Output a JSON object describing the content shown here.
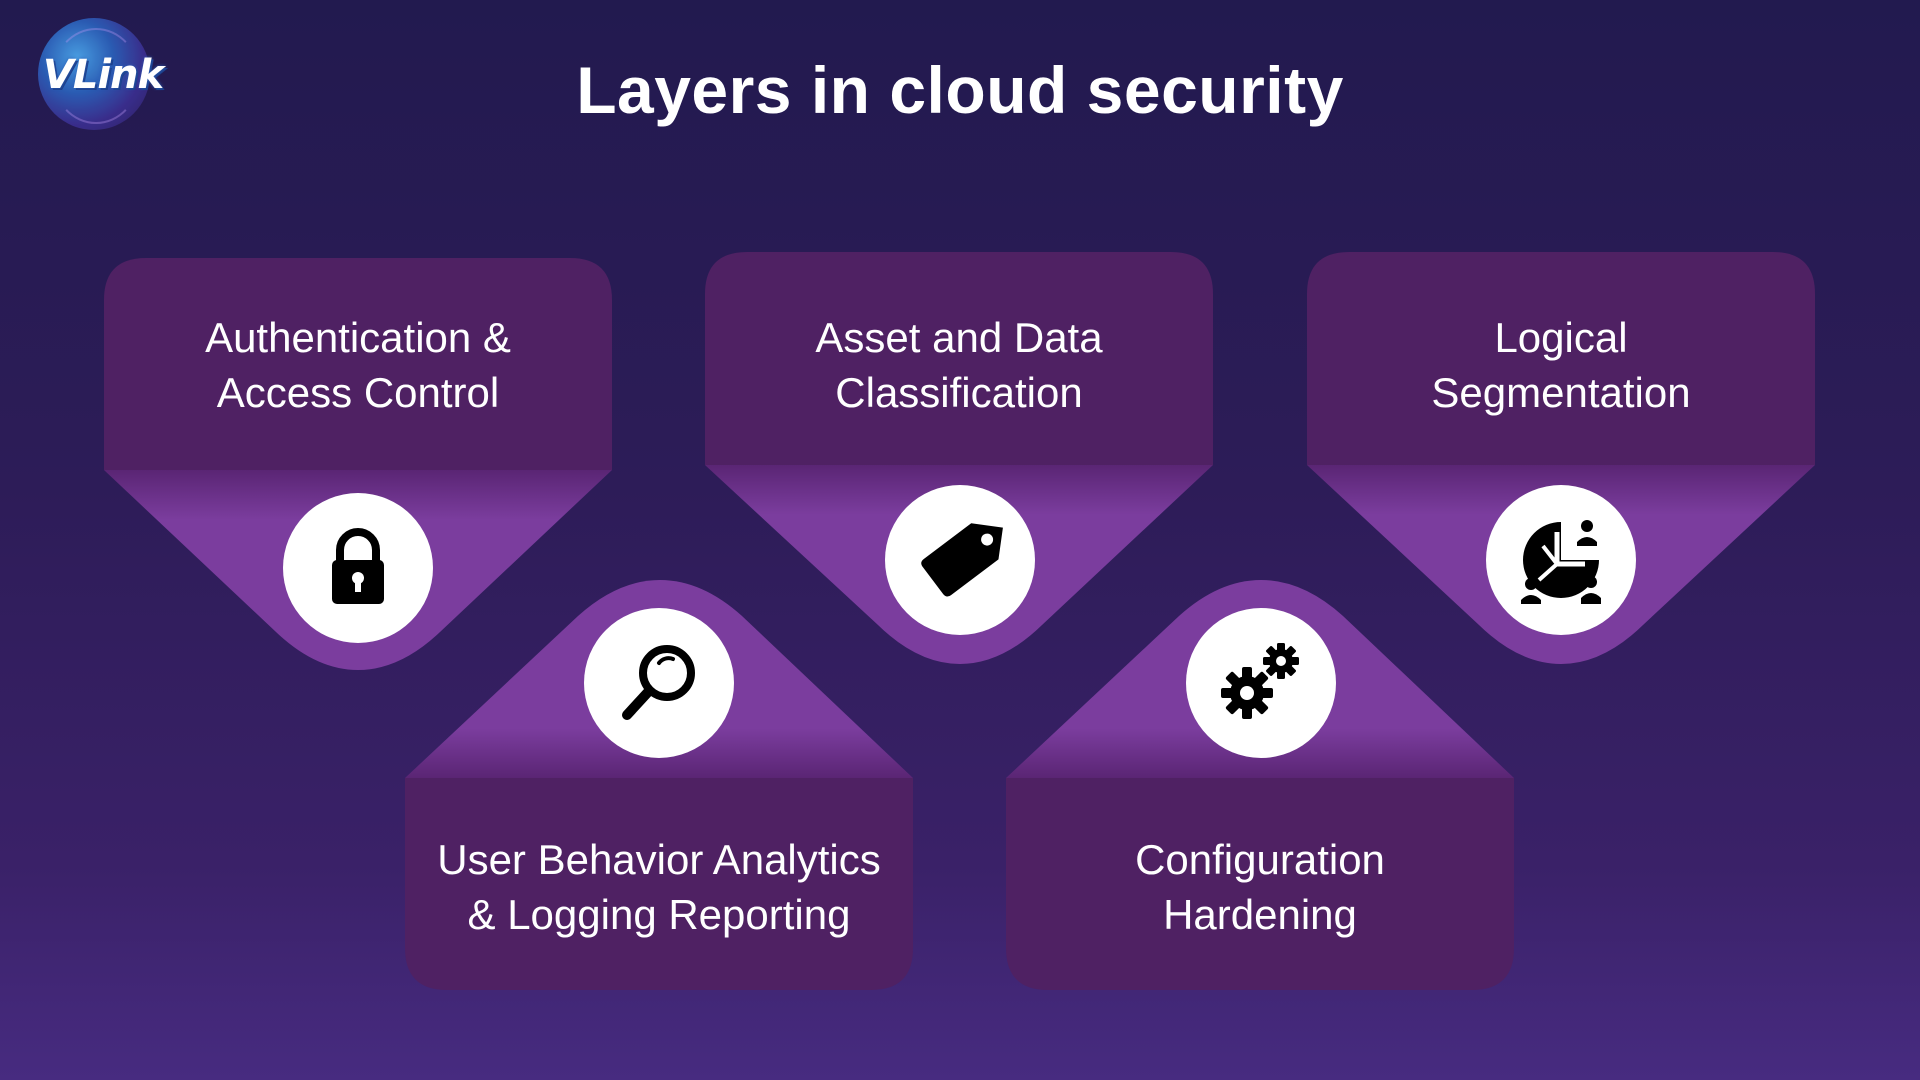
{
  "logo": {
    "text": "VLink"
  },
  "title": "Layers in cloud security",
  "layers": [
    {
      "line1": "Authentication &",
      "line2": "Access Control",
      "icon": "lock-icon"
    },
    {
      "line1": "Asset and Data",
      "line2": "Classification",
      "icon": "tag-icon"
    },
    {
      "line1": "Logical",
      "line2": "Segmentation",
      "icon": "segmentation-icon"
    },
    {
      "line1": "User Behavior Analytics",
      "line2": "& Logging Reporting",
      "icon": "search-icon"
    },
    {
      "line1": "Configuration",
      "line2": "Hardening",
      "icon": "gears-icon"
    }
  ],
  "colors": {
    "card": "#4f2163",
    "accent": "#7b3d9e",
    "background_top": "#221a4f",
    "background_bottom": "#472b80"
  }
}
